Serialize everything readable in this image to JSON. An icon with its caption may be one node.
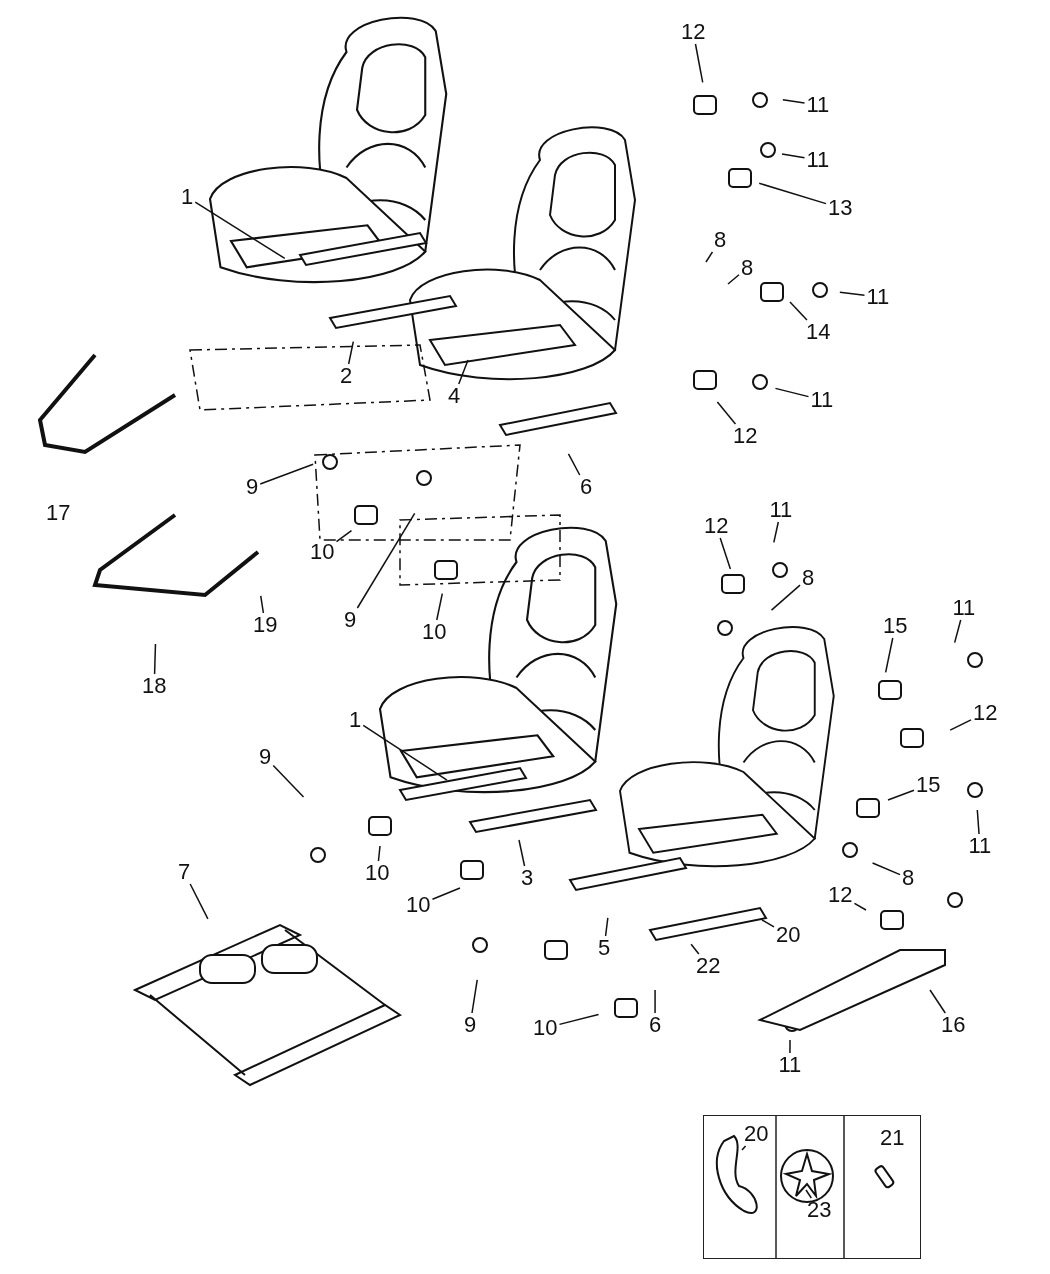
{
  "diagram": {
    "nodes": [
      {
        "text": [
          "12"
        ]
      },
      {
        "text": [
          "11"
        ]
      },
      {
        "text": [
          "11"
        ]
      },
      {
        "text": [
          "13"
        ]
      },
      {
        "text": [
          "1"
        ]
      },
      {
        "text": [
          "8"
        ]
      },
      {
        "text": [
          "8"
        ]
      },
      {
        "text": [
          "11"
        ]
      },
      {
        "text": [
          "14"
        ]
      },
      {
        "text": [
          "2"
        ]
      },
      {
        "text": [
          "4"
        ]
      },
      {
        "text": [
          "11"
        ]
      },
      {
        "text": [
          "12"
        ]
      },
      {
        "text": [
          "17"
        ]
      },
      {
        "text": [
          "9"
        ]
      },
      {
        "text": [
          "6"
        ]
      },
      {
        "text": [
          "10"
        ]
      },
      {
        "text": [
          "9"
        ]
      },
      {
        "text": [
          "10"
        ]
      },
      {
        "text": [
          "19"
        ]
      },
      {
        "text": [
          "18"
        ]
      },
      {
        "text": [
          "12"
        ]
      },
      {
        "text": [
          "11"
        ]
      },
      {
        "text": [
          "8"
        ]
      },
      {
        "text": [
          "15"
        ]
      },
      {
        "text": [
          "11"
        ]
      },
      {
        "text": [
          "12"
        ]
      },
      {
        "text": [
          "1"
        ]
      },
      {
        "text": [
          "9"
        ]
      },
      {
        "text": [
          "15"
        ]
      },
      {
        "text": [
          "11"
        ]
      },
      {
        "text": [
          "10"
        ]
      },
      {
        "text": [
          "3"
        ]
      },
      {
        "text": [
          "8"
        ]
      },
      {
        "text": [
          "7"
        ]
      },
      {
        "text": [
          "10"
        ]
      },
      {
        "text": [
          "12"
        ]
      },
      {
        "text": [
          "20"
        ]
      },
      {
        "text": [
          "5"
        ]
      },
      {
        "text": [
          "22"
        ]
      },
      {
        "text": [
          "16"
        ]
      },
      {
        "text": [
          "9"
        ]
      },
      {
        "text": [
          "6"
        ]
      },
      {
        "text": [
          "10"
        ]
      },
      {
        "text": [
          "11"
        ]
      },
      {
        "text": [],
        "shape": "box"
      },
      {
        "text": [
          "20"
        ],
        "in": 45
      },
      {
        "text": [
          "21"
        ],
        "in": 45
      },
      {
        "text": [
          "23"
        ],
        "in": 45
      }
    ],
    "edges": [
      {
        "from": 0,
        "to": null,
        "arrow": "none"
      },
      {
        "from": 1,
        "to": null,
        "arrow": "none"
      },
      {
        "from": 2,
        "to": null,
        "arrow": "none"
      },
      {
        "from": 3,
        "to": null,
        "arrow": "none"
      },
      {
        "from": 4,
        "to": null,
        "arrow": "none"
      },
      {
        "from": 5,
        "to": null,
        "arrow": "none"
      },
      {
        "from": 6,
        "to": null,
        "arrow": "none"
      },
      {
        "from": 7,
        "to": null,
        "arrow": "none"
      },
      {
        "from": 8,
        "to": null,
        "arrow": "none"
      },
      {
        "from": 9,
        "to": null,
        "arrow": "none"
      },
      {
        "from": 10,
        "to": null,
        "arrow": "none"
      },
      {
        "from": 11,
        "to": null,
        "arrow": "none"
      },
      {
        "from": 12,
        "to": null,
        "arrow": "none"
      },
      {
        "from": 14,
        "to": null,
        "arrow": "none"
      },
      {
        "from": 15,
        "to": null,
        "arrow": "none"
      },
      {
        "from": 16,
        "to": null,
        "arrow": "none"
      },
      {
        "from": 17,
        "to": null,
        "arrow": "none"
      },
      {
        "from": 18,
        "to": null,
        "arrow": "none"
      },
      {
        "from": 19,
        "to": null,
        "arrow": "none"
      },
      {
        "from": 20,
        "to": null,
        "arrow": "none"
      },
      {
        "from": 21,
        "to": null,
        "arrow": "none"
      },
      {
        "from": 22,
        "to": null,
        "arrow": "none"
      },
      {
        "from": 23,
        "to": null,
        "arrow": "none"
      },
      {
        "from": 24,
        "to": null,
        "arrow": "none"
      },
      {
        "from": 25,
        "to": null,
        "arrow": "none"
      },
      {
        "from": 26,
        "to": null,
        "arrow": "none"
      },
      {
        "from": 27,
        "to": null,
        "arrow": "none"
      },
      {
        "from": 28,
        "to": null,
        "arrow": "none"
      },
      {
        "from": 29,
        "to": null,
        "arrow": "none"
      },
      {
        "from": 30,
        "to": null,
        "arrow": "none"
      },
      {
        "from": 31,
        "to": null,
        "arrow": "none"
      },
      {
        "from": 32,
        "to": null,
        "arrow": "none"
      },
      {
        "from": 33,
        "to": null,
        "arrow": "none"
      },
      {
        "from": 34,
        "to": null,
        "arrow": "none"
      },
      {
        "from": 35,
        "to": null,
        "arrow": "none"
      },
      {
        "from": 36,
        "to": null,
        "arrow": "none"
      },
      {
        "from": 37,
        "to": null,
        "arrow": "none"
      },
      {
        "from": 38,
        "to": null,
        "arrow": "none"
      },
      {
        "from": 39,
        "to": null,
        "arrow": "none"
      },
      {
        "from": 40,
        "to": null,
        "arrow": "none"
      },
      {
        "from": 41,
        "to": null,
        "arrow": "none"
      },
      {
        "from": 42,
        "to": null,
        "arrow": "none"
      },
      {
        "from": 43,
        "to": null,
        "arrow": "none"
      },
      {
        "from": 44,
        "to": null,
        "arrow": "none"
      },
      {
        "from": 46,
        "to": null,
        "arrow": "none"
      },
      {
        "from": 48,
        "to": null,
        "arrow": "none"
      }
    ]
  }
}
